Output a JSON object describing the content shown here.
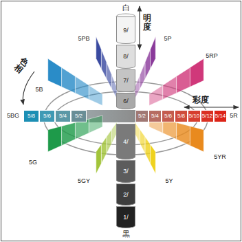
{
  "diagram": {
    "nodes": [
      {
        "text": [
          "9/"
        ]
      },
      {
        "text": [
          "8/"
        ]
      },
      {
        "text": [
          "7/"
        ]
      },
      {
        "text": [
          "6/"
        ]
      },
      {
        "text": [
          "5/8"
        ]
      },
      {
        "text": [
          "5/6"
        ]
      },
      {
        "text": [
          "5/4"
        ]
      },
      {
        "text": [
          "5/2"
        ]
      },
      {
        "text": [
          "5/2"
        ]
      },
      {
        "text": [
          "5/4"
        ]
      },
      {
        "text": [
          "5/6"
        ]
      },
      {
        "text": [
          "5/8"
        ]
      },
      {
        "text": [
          "5/10"
        ]
      },
      {
        "text": [
          "5/12"
        ]
      },
      {
        "text": [
          "5/14"
        ]
      },
      {
        "text": [
          "4/"
        ]
      },
      {
        "text": [
          "3/"
        ]
      },
      {
        "text": [
          "2/"
        ]
      },
      {
        "text": [
          "1/"
        ]
      }
    ],
    "labels": [
      "白",
      "明度",
      "5PB",
      "5P",
      "5RP",
      "色相",
      "5B",
      "彩度",
      "5BG",
      "5R",
      "5YR",
      "5GY",
      "5Y",
      "5G",
      "黒"
    ]
  }
}
